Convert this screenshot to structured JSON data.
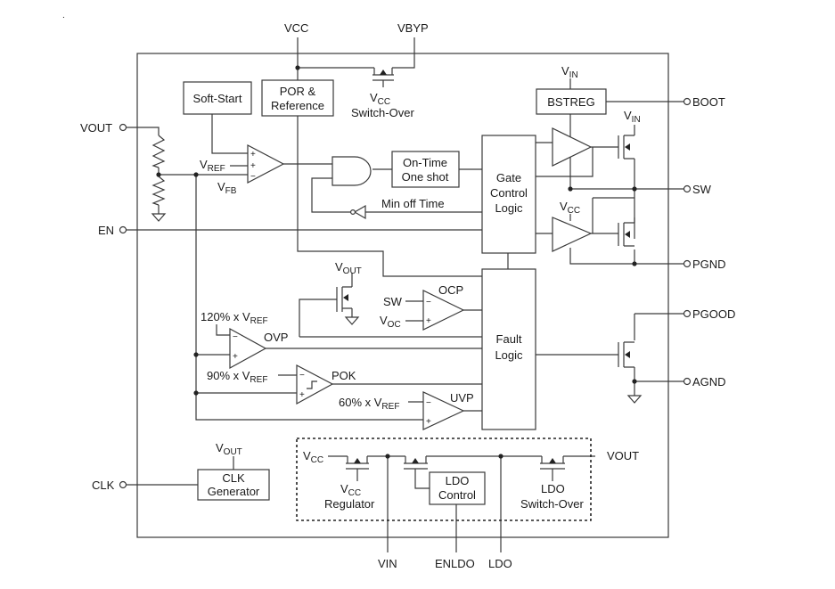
{
  "pins": {
    "vcc": "VCC",
    "vbyp": "VBYP",
    "vout_left": "VOUT",
    "en": "EN",
    "clk": "CLK",
    "boot": "BOOT",
    "sw": "SW",
    "pgnd": "PGND",
    "pgood": "PGOOD",
    "agnd": "AGND",
    "vin": "VIN",
    "enldo": "ENLDO",
    "ldo": "LDO",
    "vout_ldo": "VOUT"
  },
  "blocks": {
    "soft_start": "Soft-Start",
    "por_line1": "POR &",
    "por_line2": "Reference",
    "bstreg": "BSTREG",
    "ontime_line1": "On-Time",
    "ontime_line2": "One shot",
    "gate_line1": "Gate",
    "gate_line2": "Control",
    "gate_line3": "Logic",
    "fault_line1": "Fault",
    "fault_line2": "Logic",
    "clk_line1": "CLK",
    "clk_line2": "Generator",
    "ldo_ctrl_line1": "LDO",
    "ldo_ctrl_line2": "Control"
  },
  "labels": {
    "vcc_switchover": "Switch-Over",
    "min_off_time": "Min off Time",
    "v_ref_main": "REF",
    "v_fb_main": "FB",
    "vin_top_main": "IN",
    "vin_sw_main": "IN",
    "vcc_low_main": "CC",
    "vout_ocp_main": "OUT",
    "sw_ocp": "SW",
    "voc_main": "OC",
    "ocp": "OCP",
    "ovp": "OVP",
    "pok": "POK",
    "uvp": "UVP",
    "ovp_ref": "120% x V",
    "pok_ref": "90% x V",
    "uvp_ref": "60% x V",
    "ref_sub": "REF",
    "vout_clk_main": "OUT",
    "vcc_ldo_main": "CC",
    "vcc_regulator": "Regulator",
    "ldo_switchover_line1": "LDO",
    "ldo_switchover_line2": "Switch-Over",
    "v_letter": "V",
    "plus": "+",
    "minus": "−",
    "corner_mark": "."
  }
}
